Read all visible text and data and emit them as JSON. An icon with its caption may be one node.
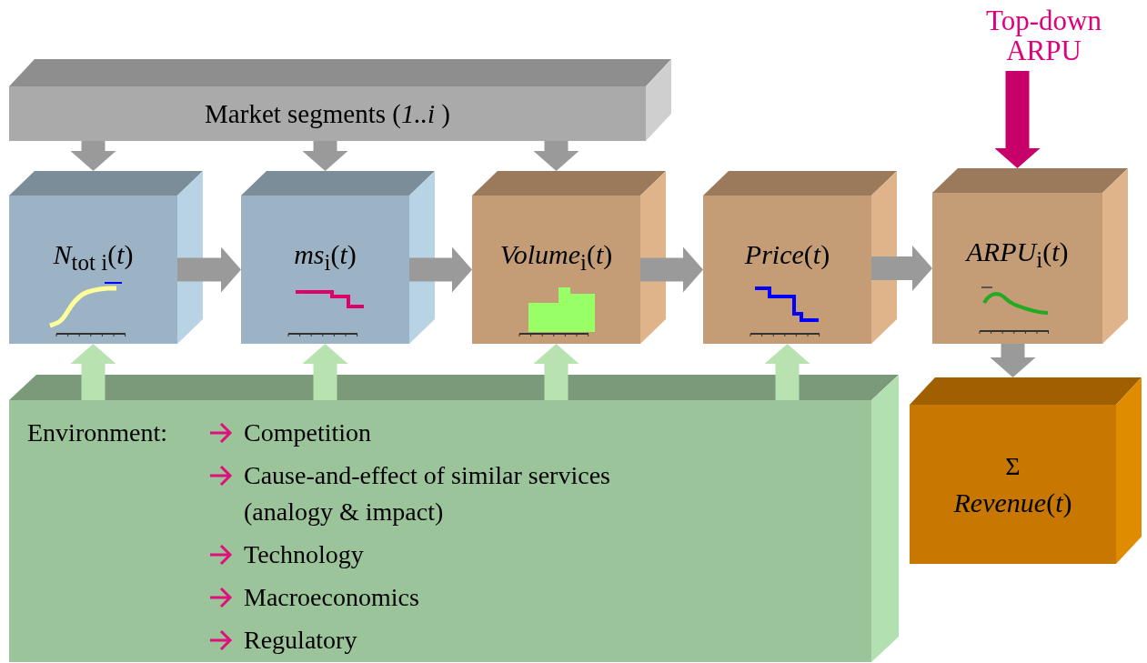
{
  "diagram": {
    "nodes": [
      {
        "text": [
          "Market segments (*1..i* )"
        ]
      },
      {
        "text": [
          "*N*$_{tot i}$(*t*)"
        ]
      },
      {
        "text": [
          "*ms*$_{i}$(*t*)"
        ]
      },
      {
        "text": [
          "*Volume*$_{i}$(*t*)"
        ]
      },
      {
        "text": [
          "*Price*(*t*)"
        ]
      },
      {
        "text": [
          "*ARPU*$_{i}$(*t*)"
        ]
      },
      {
        "text": [
          "Top-down ARPU"
        ]
      },
      {
        "text": [
          "Environment:",
          "Competition",
          "Cause-and-effect of similar services (analogy & impact)",
          "Technology",
          "Macroeconomics",
          "Regulatory"
        ]
      },
      {
        "text": [
          "Σ",
          "*Revenue*(*t*)"
        ]
      }
    ],
    "edges": [
      {
        "from": 0,
        "to": 1,
        "arrow": "to"
      },
      {
        "from": 0,
        "to": 2,
        "arrow": "to"
      },
      {
        "from": 0,
        "to": 3,
        "arrow": "to"
      },
      {
        "from": 1,
        "to": 2,
        "arrow": "to"
      },
      {
        "from": 2,
        "to": 3,
        "arrow": "to"
      },
      {
        "from": 3,
        "to": 4,
        "arrow": "to"
      },
      {
        "from": 4,
        "to": 5,
        "arrow": "to"
      },
      {
        "from": 6,
        "to": 5,
        "arrow": "to",
        "color": "#c8006a"
      },
      {
        "from": 7,
        "to": 1,
        "arrow": "to",
        "color": "#b8e2b0"
      },
      {
        "from": 7,
        "to": 2,
        "arrow": "to",
        "color": "#b8e2b0"
      },
      {
        "from": 7,
        "to": 3,
        "arrow": "to",
        "color": "#b8e2b0"
      },
      {
        "from": 7,
        "to": 4,
        "arrow": "to",
        "color": "#b8e2b0"
      },
      {
        "from": 5,
        "to": 8,
        "arrow": "to"
      }
    ]
  }
}
